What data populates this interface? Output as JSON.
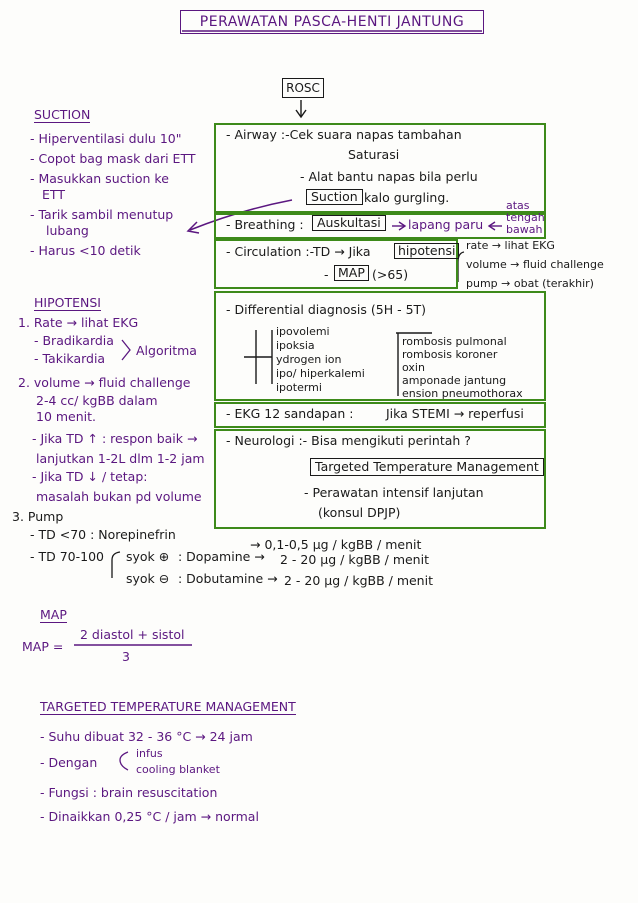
{
  "title": "PERAWATAN PASCA-HENTI JANTUNG",
  "rosc": "ROSC",
  "flow": {
    "airway": {
      "label": "- Airway :-Cek suara napas tambahan",
      "saturasi": "Saturasi",
      "alat": "- Alat bantu napas bila perlu",
      "suction_box": "Suction",
      "suction_rest": "kalo gurgling."
    },
    "breathing": {
      "label": "- Breathing :",
      "auskultasi": "Auskultasi",
      "after": "lapang paru",
      "side": [
        "atas",
        "tengah",
        "bawah"
      ]
    },
    "circulation": {
      "label": "- Circulation :-TD → Jika",
      "hipotensi": "hipotensi",
      "map_prefix": "-",
      "map_box": "MAP",
      "map_after": "(>65)",
      "items": [
        "rate → lihat EKG",
        "volume → fluid challenge",
        "pump → obat (terakhir)"
      ]
    },
    "differential": {
      "label": "- Differential diagnosis (5H - 5T)",
      "h": [
        "ipovolemi",
        "ipoksia",
        "ydrogen ion",
        "ipo/ hiperkalemi",
        "ipotermi"
      ],
      "t": [
        "rombosis pulmonal",
        "rombosis koroner",
        "oxin",
        "amponade jantung",
        "ension pneumothorax"
      ]
    },
    "ekg": {
      "label": "- EKG 12 sandapan :",
      "rest": "Jika STEMI → reperfusi"
    },
    "neuro": {
      "label": "- Neurologi :- Bisa mengikuti perintah ?",
      "ttm": "Targeted Temperature Management",
      "rawat": "- Perawatan intensif lanjutan",
      "konsul": "(konsul DPJP)"
    }
  },
  "suction": {
    "heading": "SUCTION",
    "items": [
      "- Hiperventilasi dulu 10\"",
      "- Copot bag mask dari ETT",
      "- Masukkan suction ke",
      "ETT",
      "- Tarik sambil menutup",
      "lubang",
      "- Harus <10 detik"
    ]
  },
  "hipotensi": {
    "heading": "HIPOTENSI",
    "lines": [
      "1. Rate → lihat EKG",
      "- Bradikardia",
      "- Takikardia",
      "Algoritma",
      "2. volume → fluid challenge",
      "2-4 cc/ kgBB dalam",
      "10 menit.",
      "- Jika TD ↑ : respon baik →",
      "lanjutkan 1-2L dlm 1-2 jam",
      "- Jika TD ↓ / tetap:",
      "masalah bukan pd volume",
      "3. Pump",
      "- TD <70 : Norepinefrin",
      "→ 0,1-0,5 μg / kgBB / menit",
      "- TD 70-100",
      "syok ⊕",
      ": Dopamine →",
      "2 - 20 μg / kgBB / menit",
      "syok ⊖",
      ": Dobutamine →",
      "2 - 20 μg / kgBB / menit"
    ]
  },
  "map": {
    "heading": "MAP",
    "lhs": "MAP =",
    "numerator": "2 diastol + sistol",
    "denominator": "3"
  },
  "ttm": {
    "heading": "TARGETED TEMPERATURE MANAGEMENT",
    "lines": [
      "- Suhu dibuat 32 - 36 °C → 24 jam",
      "- Dengan",
      "infus",
      "cooling blanket",
      "- Fungsi : brain resuscitation",
      "- Dinaikkan 0,25 °C / jam → normal"
    ]
  },
  "colors": {
    "purple": "#5b1780",
    "green": "#3d8a1a",
    "ink": "#1a1a1a"
  }
}
